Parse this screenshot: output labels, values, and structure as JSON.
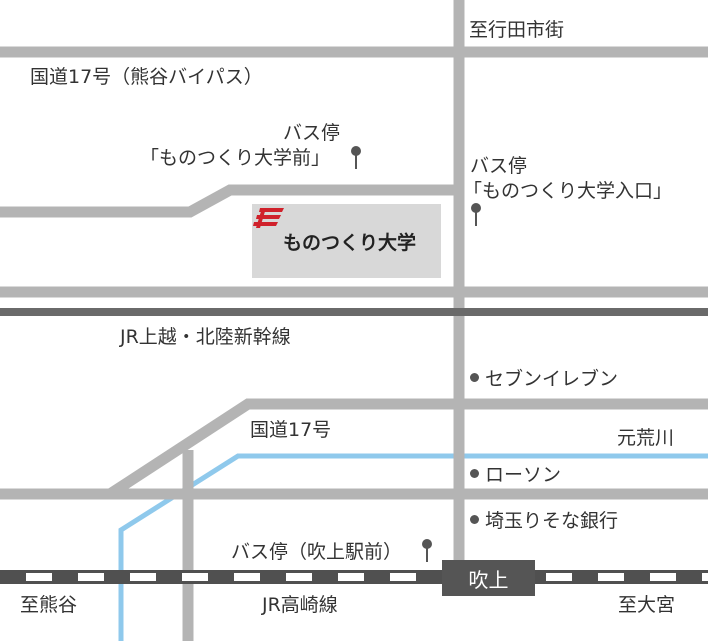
{
  "roads": {
    "bypass": "国道17号（熊谷バイパス）",
    "route17": "国道17号",
    "gyoda": "至行田市街"
  },
  "rail": {
    "shinkansen": "JR上越・北陸新幹線",
    "takasaki": "JR高崎線",
    "station": "吹上",
    "to_kumagaya": "至熊谷",
    "to_omiya": "至大宮"
  },
  "river": {
    "name": "元荒川"
  },
  "bus_stops": {
    "monotsukuri_mae_1": "バス停",
    "monotsukuri_mae_2": "「ものつくり大学前」",
    "iriguchi_1": "バス停",
    "iriguchi_2": "「ものつくり大学入口」",
    "fukiage": "バス停（吹上駅前）"
  },
  "campus": {
    "name": "ものつくり大学"
  },
  "shops": {
    "seven": "セブンイレブン",
    "lawson": "ローソン",
    "bank": "埼玉りそな銀行"
  },
  "colors": {
    "road": "#b4b4b4",
    "river": "#8fc9ec",
    "shinkansen": "#6a6a6a",
    "rail": "#505050",
    "campus_bg": "#d8d8d8",
    "logo_red": "#d0212b"
  }
}
